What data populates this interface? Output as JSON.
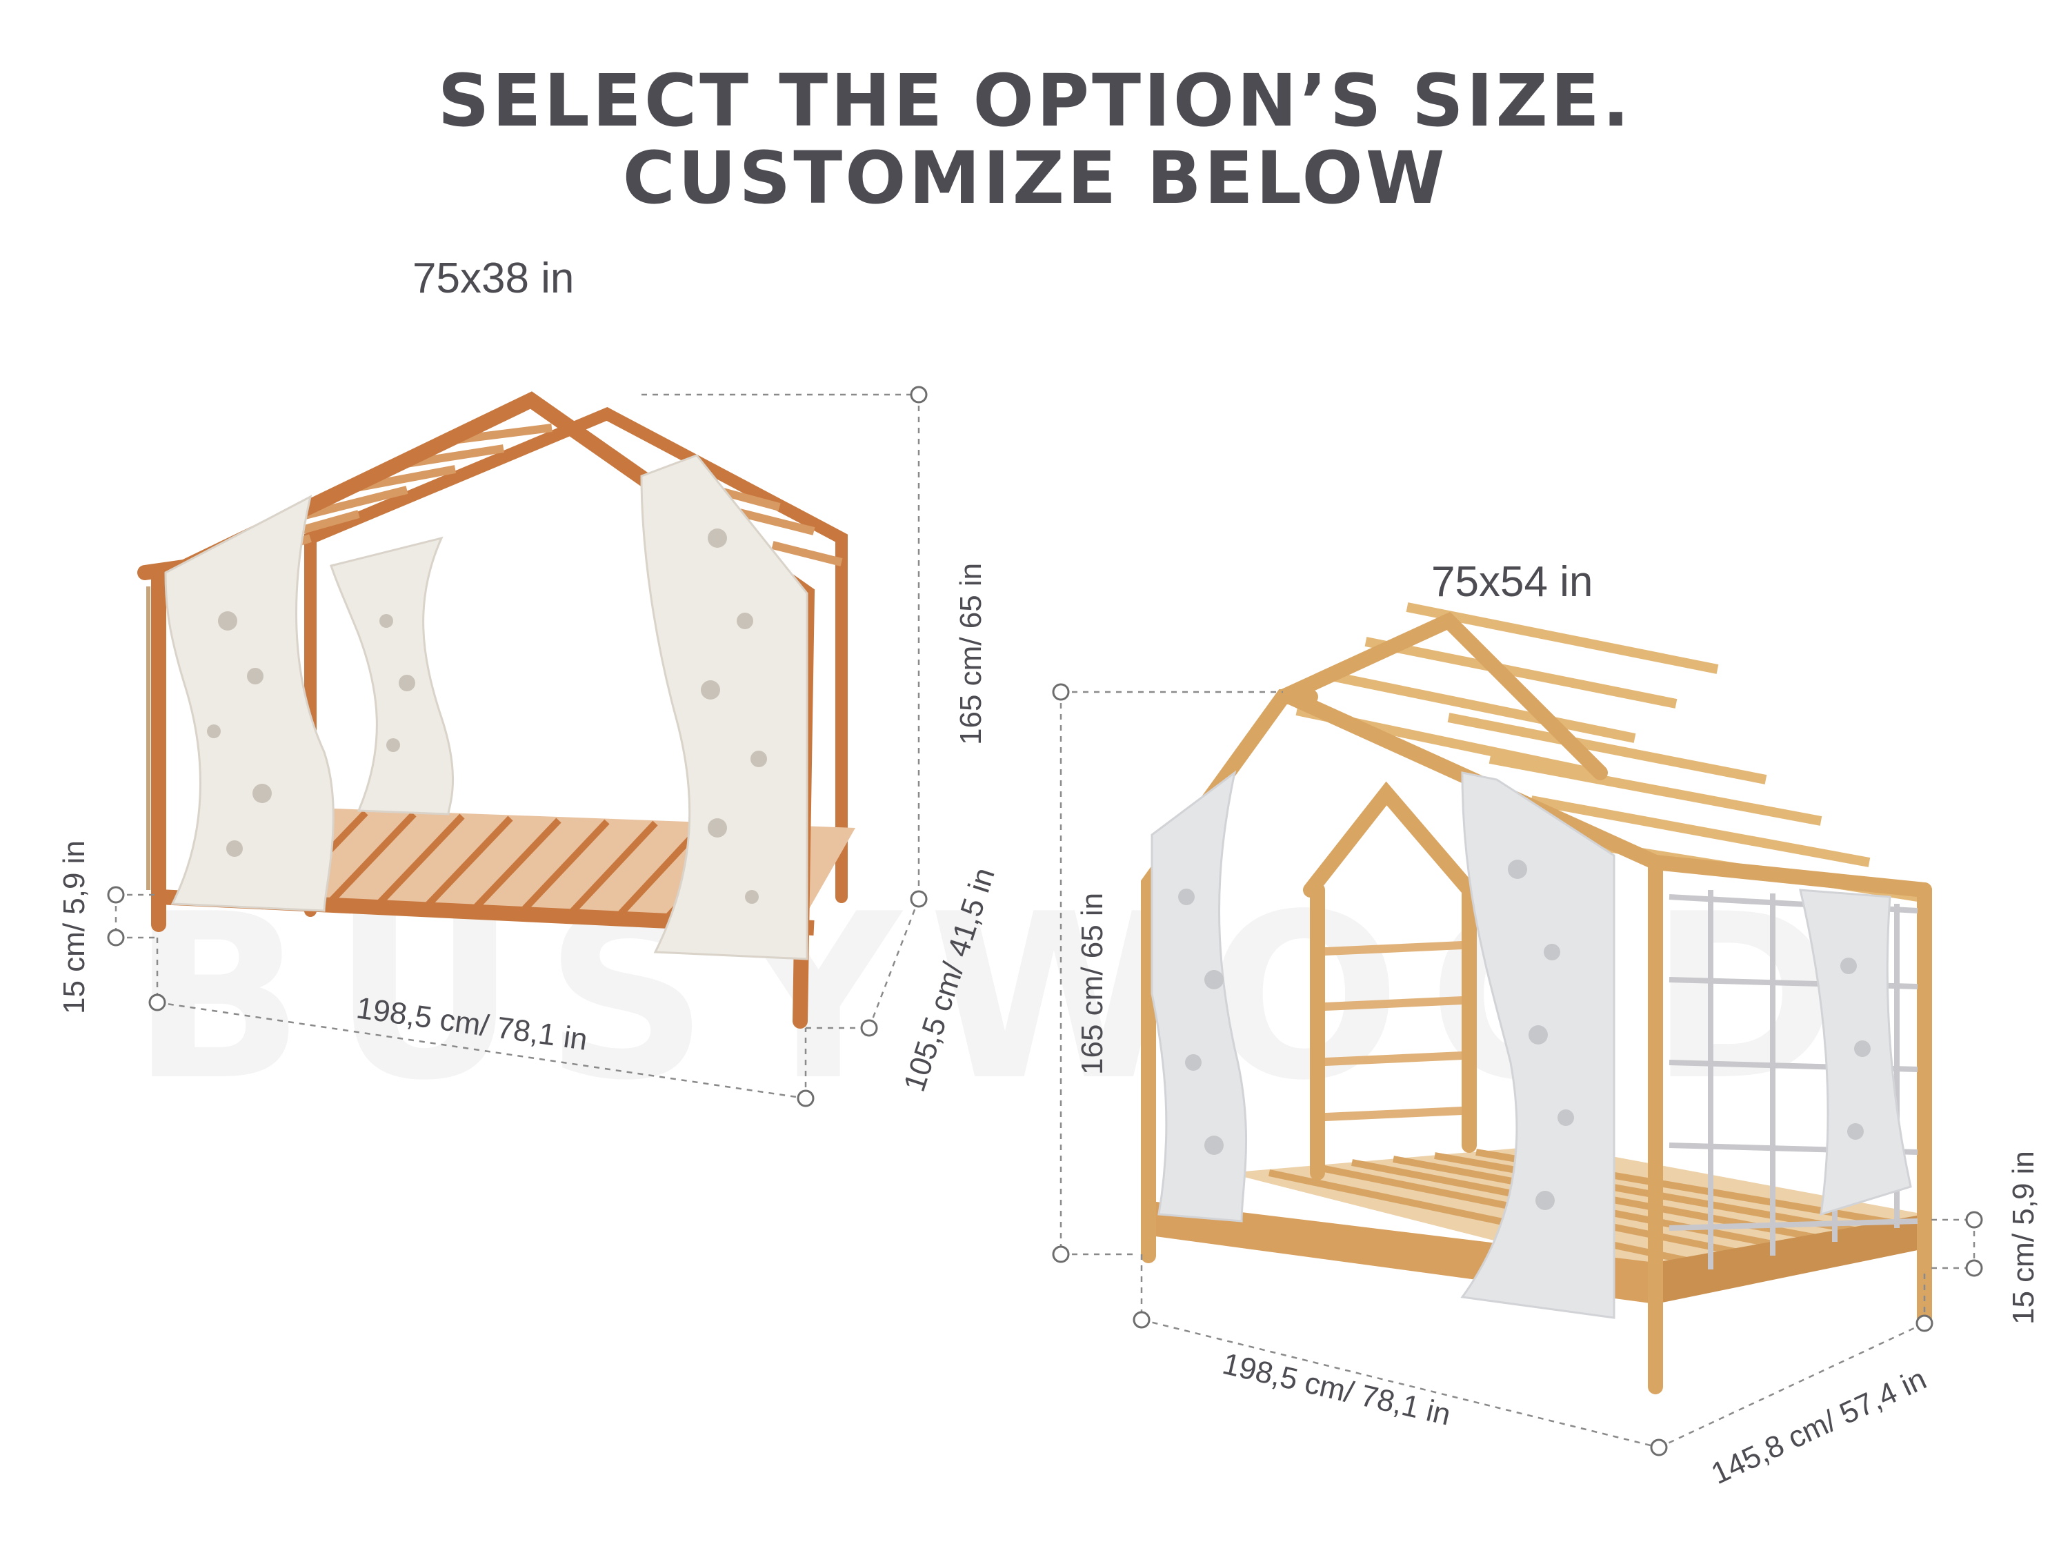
{
  "heading": {
    "line1": "SELECT THE OPTION’S SIZE.",
    "line2": "CUSTOMIZE BELOW"
  },
  "options": [
    {
      "size_label": "75x38 in",
      "frame_color": "#c8783e",
      "panel_color": "#eeeae4",
      "dimensions": {
        "height": "165 cm/ 65 in",
        "length": "198,5 cm/ 78,1 in",
        "width": "105,5 cm/ 41,5 in",
        "leg": "15 cm/ 5,9 in"
      }
    },
    {
      "size_label": "75x54 in",
      "frame_color": "#dba863",
      "panel_color": "#e4e5e7",
      "dimensions": {
        "height": "165 cm/ 65 in",
        "length": "198,5 cm/ 78,1 in",
        "width": "145,8 cm/ 57,4 in",
        "leg": "15 cm/ 5,9 in"
      }
    }
  ],
  "watermark": "BUSYWOOD"
}
